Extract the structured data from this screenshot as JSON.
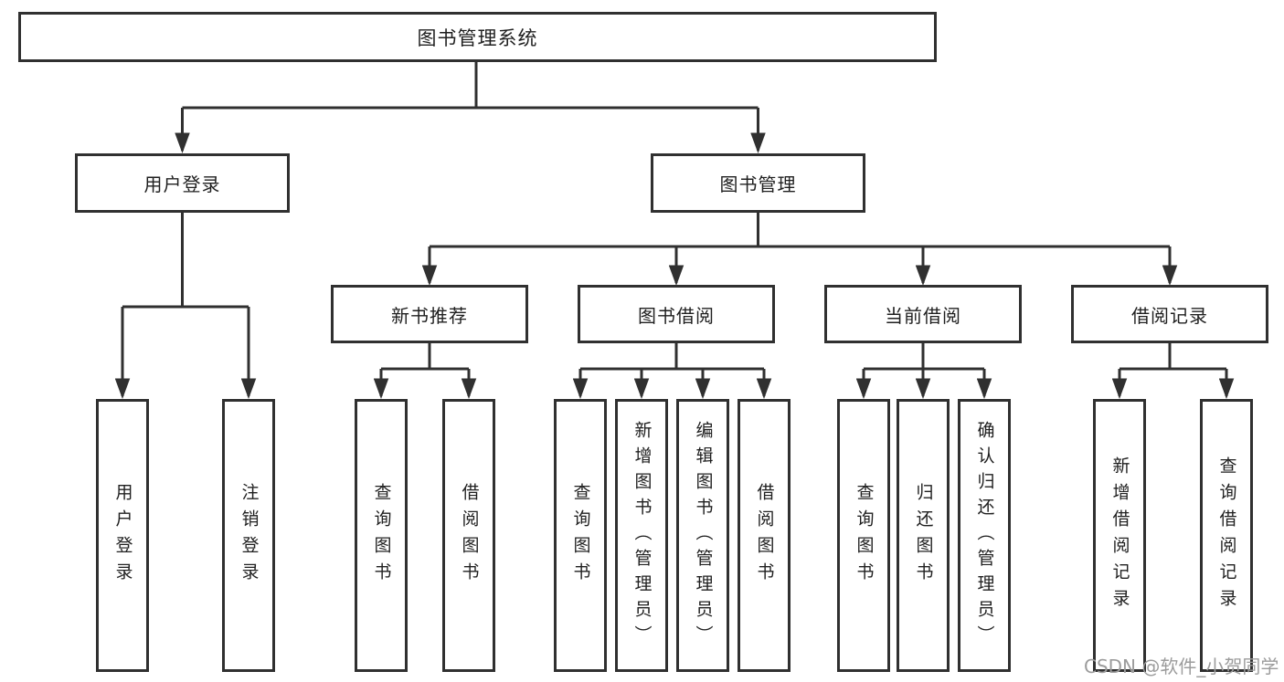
{
  "tree": {
    "label": "图书管理系统",
    "children": [
      {
        "label": "用户登录",
        "children": [
          {
            "label": "用户登录"
          },
          {
            "label": "注销登录"
          }
        ]
      },
      {
        "label": "图书管理",
        "children": [
          {
            "label": "新书推荐",
            "children": [
              {
                "label": "查询图书"
              },
              {
                "label": "借阅图书"
              }
            ]
          },
          {
            "label": "图书借阅",
            "children": [
              {
                "label": "查询图书"
              },
              {
                "label": "新增图书（管理员）"
              },
              {
                "label": "编辑图书（管理员）"
              },
              {
                "label": "借阅图书"
              }
            ]
          },
          {
            "label": "当前借阅",
            "children": [
              {
                "label": "查询图书"
              },
              {
                "label": "归还图书"
              },
              {
                "label": "确认归还（管理员）"
              }
            ]
          },
          {
            "label": "借阅记录",
            "children": [
              {
                "label": "新增借阅记录"
              },
              {
                "label": "查询借阅记录"
              }
            ]
          }
        ]
      }
    ]
  },
  "watermark": {
    "text": "CSDN @软件_小贺同学"
  },
  "colors": {
    "line": "#303030",
    "box_border": "#303030",
    "box_fill": "#ffffff",
    "text": "#1f1f1f",
    "watermark": "#9c9c9c"
  }
}
